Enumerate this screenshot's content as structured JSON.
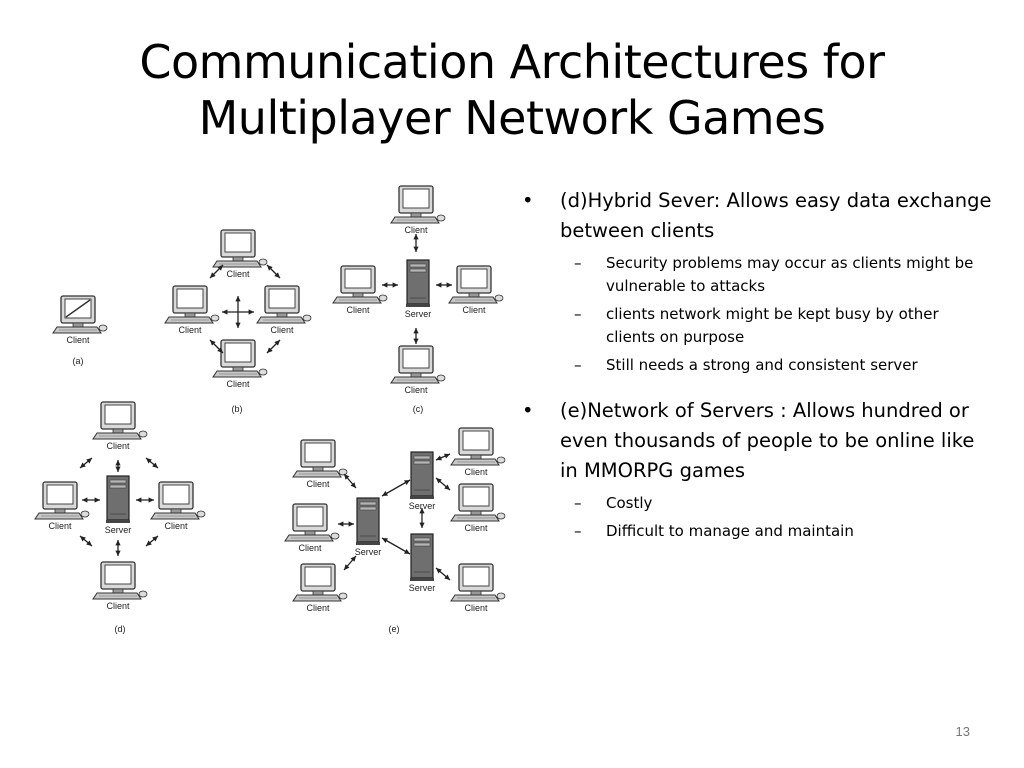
{
  "slide": {
    "title_line1": "Communication Architectures for",
    "title_line2": "Multiplayer Network Games",
    "page_number": "13"
  },
  "figure": {
    "client_label": "Client",
    "server_label": "Server",
    "captions": [
      "(a)",
      "(b)",
      "(c)",
      "(d)",
      "(e)"
    ]
  },
  "bullets": [
    {
      "text": "(d)Hybrid Sever: Allows easy data exchange between clients",
      "subs": [
        "Security problems may occur as clients might be vulnerable to attacks",
        "clients network might be kept busy by other clients on purpose",
        "Still needs a strong and consistent server"
      ]
    },
    {
      "text": "(e)Network of Servers : Allows hundred  or even thousands of people to be online like in MMORPG games",
      "subs": [
        "Costly",
        "Difficult to manage and maintain"
      ]
    }
  ]
}
